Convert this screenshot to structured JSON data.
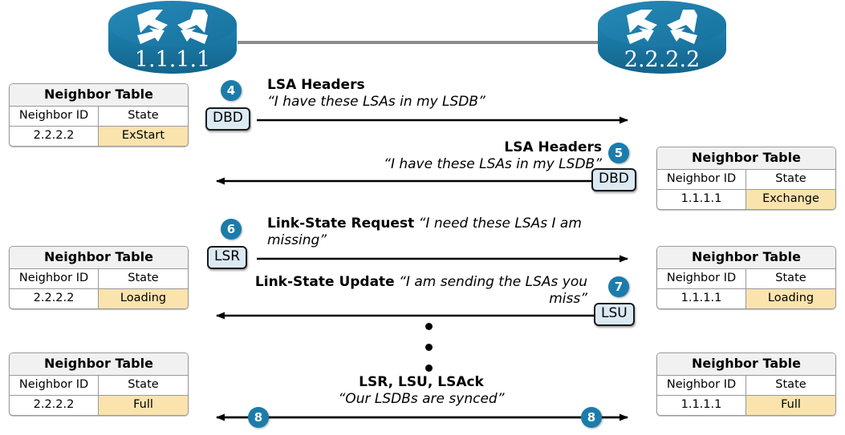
{
  "routers": {
    "left": {
      "id": "1.1.1.1",
      "icon": "router-icon"
    },
    "right": {
      "id": "2.2.2.2",
      "icon": "router-icon"
    }
  },
  "tables": {
    "title": "Neighbor Table",
    "headers": {
      "neighbor_id": "Neighbor ID",
      "state": "State"
    },
    "left": [
      {
        "neighbor_id": "2.2.2.2",
        "state": "ExStart"
      },
      {
        "neighbor_id": "2.2.2.2",
        "state": "Loading"
      },
      {
        "neighbor_id": "2.2.2.2",
        "state": "Full"
      }
    ],
    "right": [
      {
        "neighbor_id": "1.1.1.1",
        "state": "Exchange"
      },
      {
        "neighbor_id": "1.1.1.1",
        "state": "Loading"
      },
      {
        "neighbor_id": "1.1.1.1",
        "state": "Full"
      }
    ]
  },
  "messages": [
    {
      "step": "4",
      "packet": "DBD",
      "direction": "right",
      "title": "LSA Headers",
      "quote": "“I have these LSAs in my LSDB”"
    },
    {
      "step": "5",
      "packet": "DBD",
      "direction": "left",
      "title": "LSA Headers",
      "quote": "“I have these LSAs in my LSDB”"
    },
    {
      "step": "6",
      "packet": "LSR",
      "direction": "right",
      "title": "Link-State Request",
      "quote": "“I need these LSAs I am missing”"
    },
    {
      "step": "7",
      "packet": "LSU",
      "direction": "left",
      "title": "Link-State Update",
      "quote": "“I am sending the LSAs you miss”"
    },
    {
      "step": "8",
      "packet": "",
      "direction": "both",
      "title": "LSR, LSU, LSAck",
      "quote": "“Our LSDBs are synced”"
    }
  ],
  "colors": {
    "router_blue": "#1b7cab",
    "router_blue_dark": "#176a92",
    "badge_blue": "#1b7cab",
    "packet_fill": "#dbe9f3",
    "state_highlight": "#fae3ad",
    "table_header_bg": "#f1f1f1",
    "link_line": "#8c8c8c"
  },
  "ellipsis": {
    "count": 3
  }
}
